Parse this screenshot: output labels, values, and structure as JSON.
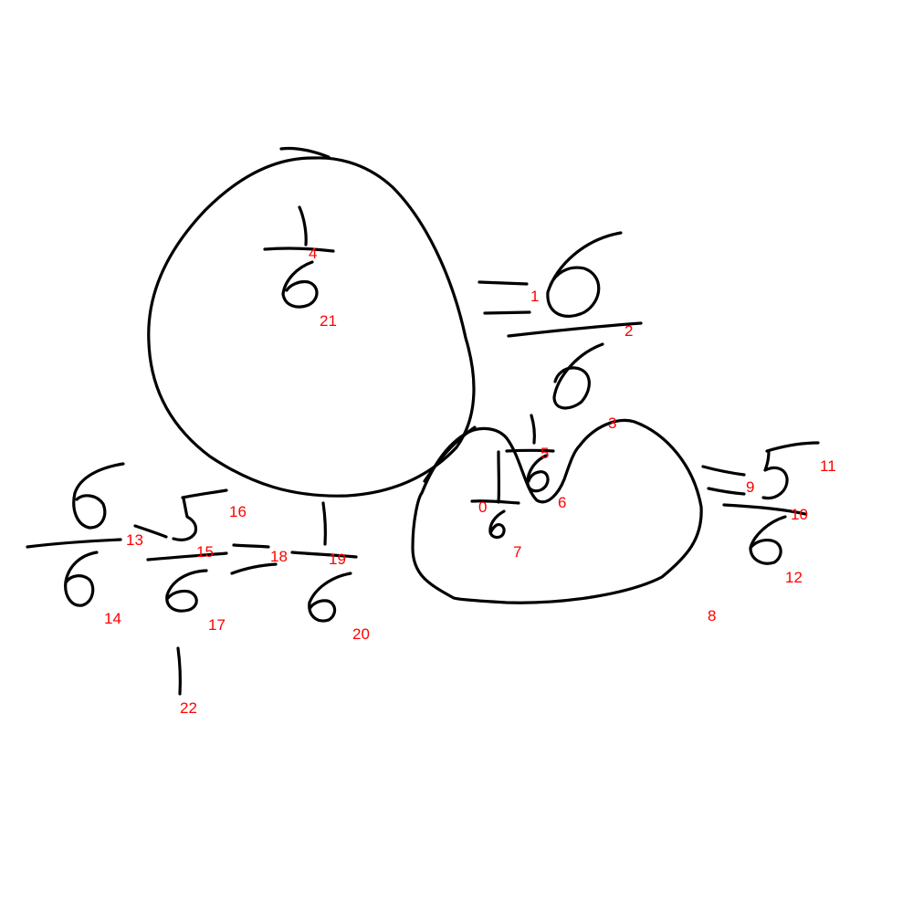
{
  "canvas": {
    "background": "#ffffff",
    "stroke_color": "#000000",
    "label_color": "#ff0000"
  },
  "labels": {
    "l0": "0",
    "l1": "1",
    "l2": "2",
    "l3": "3",
    "l4": "4",
    "l5": "5",
    "l6": "6",
    "l7": "7",
    "l8": "8",
    "l9": "9",
    "l10": "10",
    "l11": "11",
    "l12": "12",
    "l13": "13",
    "l14": "14",
    "l15": "15",
    "l16": "16",
    "l17": "17",
    "l18": "18",
    "l19": "19",
    "l20": "20",
    "l21": "21",
    "l22": "22"
  }
}
